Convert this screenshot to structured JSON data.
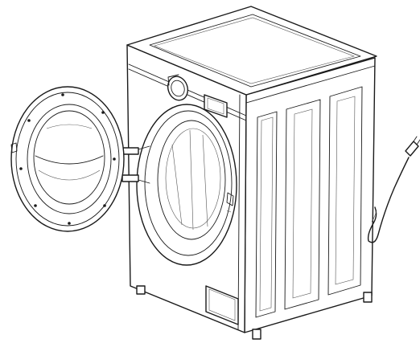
{
  "figure": {
    "subject": "washing-machine",
    "style": "line-drawing",
    "colors": {
      "stroke": "#1a1a1a",
      "background": "#ffffff"
    },
    "parts": [
      "open-door",
      "drum-opening",
      "control-panel",
      "program-knob",
      "display-window",
      "service-flap",
      "power-cord",
      "plug",
      "adjustable-feet"
    ]
  }
}
